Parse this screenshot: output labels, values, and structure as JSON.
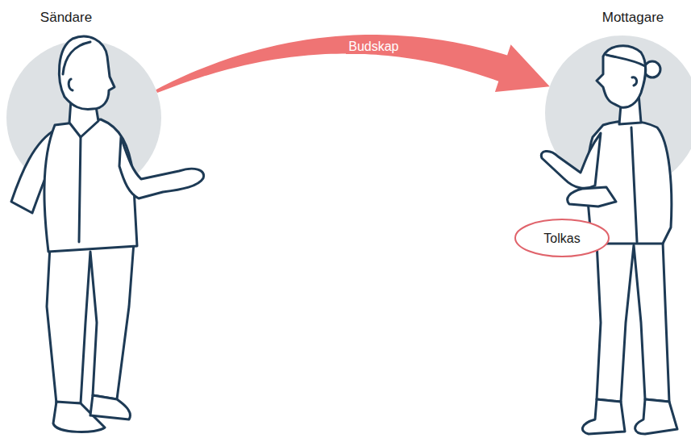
{
  "diagram": {
    "nodes": [
      {
        "text": [
          "Sändare"
        ]
      },
      {
        "text": [
          "Mottagare"
        ]
      },
      {
        "text": [
          "Tolkas"
        ]
      }
    ],
    "edges": [
      {
        "from": 0,
        "to": 1,
        "label": "Budskap",
        "arrow": "to"
      }
    ]
  }
}
